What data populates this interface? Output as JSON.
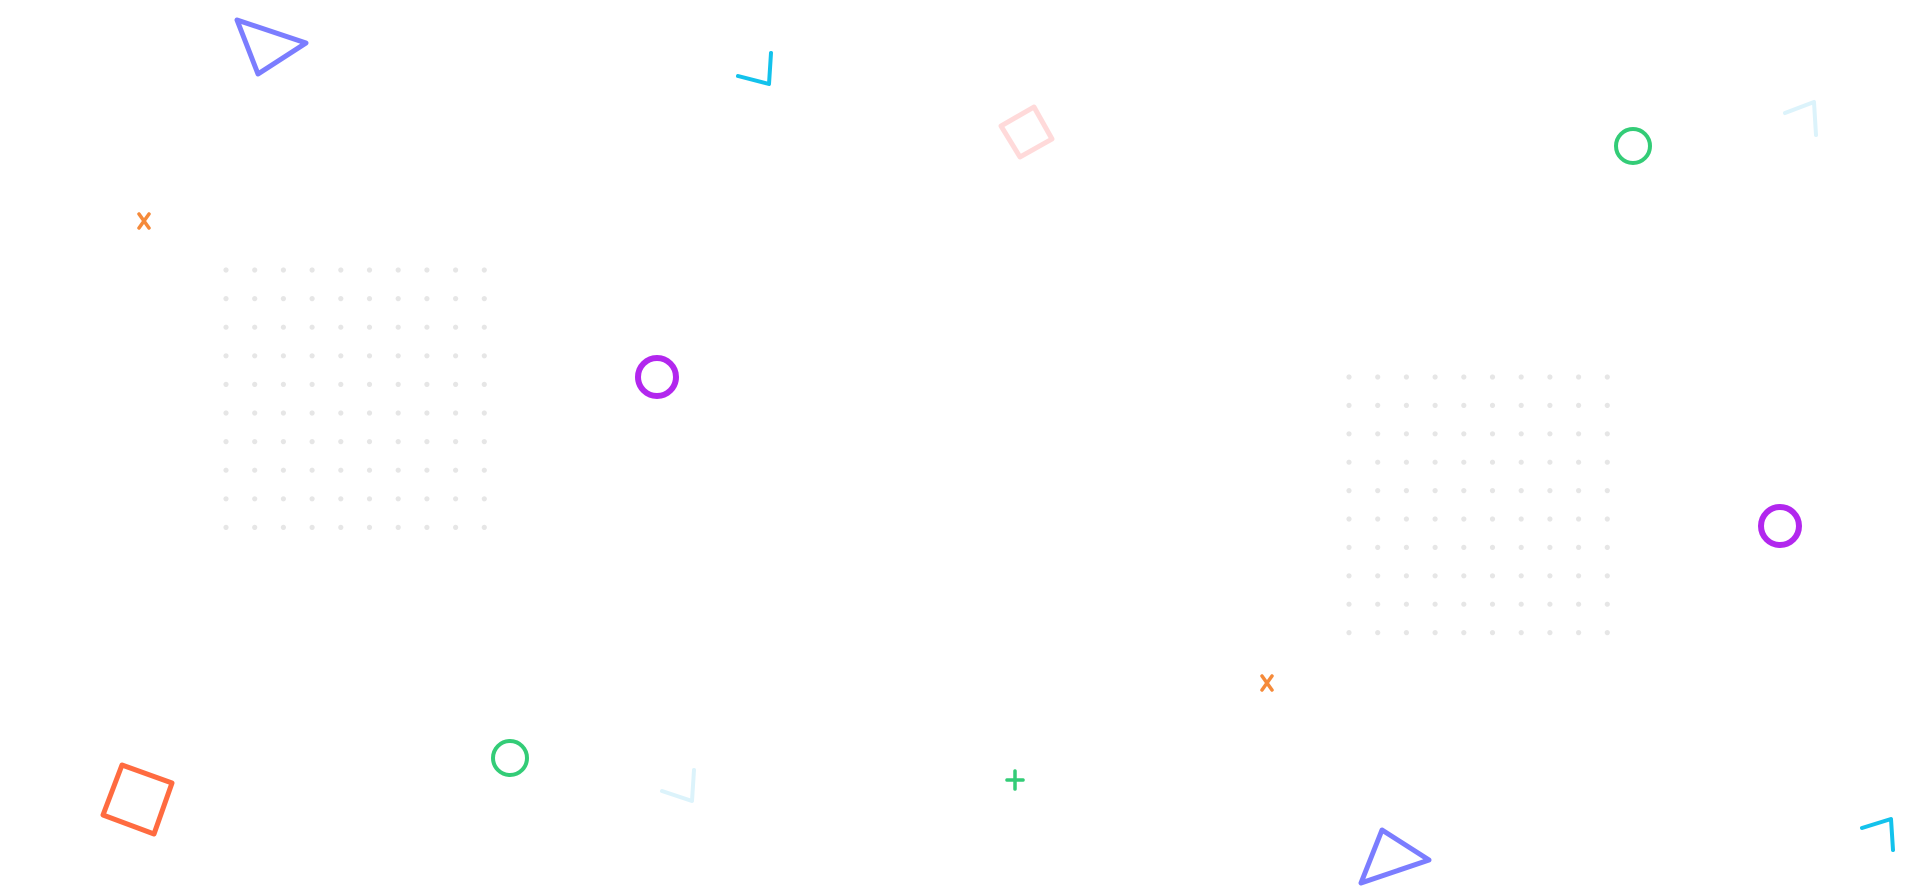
{
  "palette": {
    "triangle": "#7b7dff",
    "chevron": "#13c2ec",
    "chevron_light": "#dcf3fb",
    "diamond_light": "#ffdada",
    "circle_green": "#33cc77",
    "circle_purple": "#b227ee",
    "cross_orange": "#f58a3a",
    "plus_green": "#33cc77",
    "square_orange": "#ff6b40",
    "dot_grid": "#e6e6e6"
  },
  "dot_grids": [
    {
      "rows": 10,
      "cols": 10
    },
    {
      "rows": 10,
      "cols": 10
    }
  ]
}
